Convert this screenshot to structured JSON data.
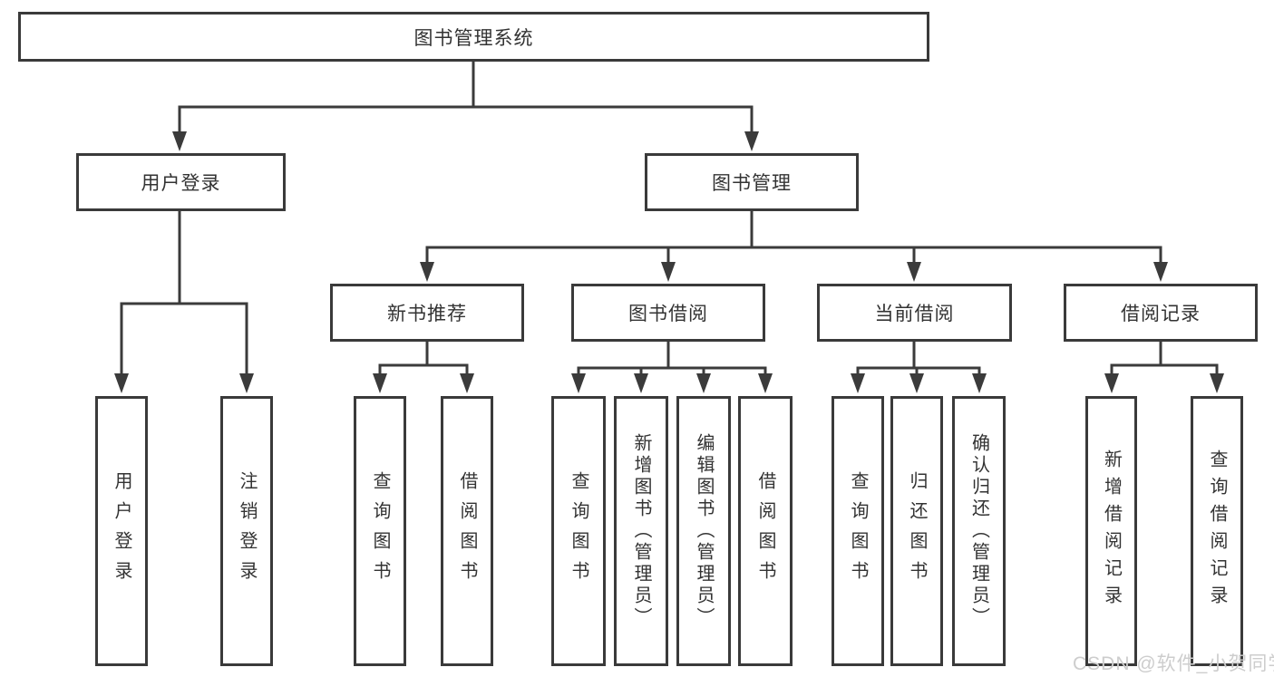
{
  "nodes": {
    "root": "图书管理系统",
    "level2": {
      "user_login": "用户登录",
      "book_management": "图书管理"
    },
    "level3": {
      "new_book_recommend": "新书推荐",
      "book_borrow": "图书借阅",
      "current_borrow": "当前借阅",
      "borrow_records": "借阅记录"
    },
    "leaves": {
      "user_login": "用户登录",
      "logout": "注销登录",
      "recommend_query": "查询图书",
      "recommend_borrow": "借阅图书",
      "borrow_query": "查询图书",
      "borrow_add_admin": "新增图书（管理员）",
      "borrow_edit_admin": "编辑图书（管理员）",
      "borrow_borrow": "借阅图书",
      "current_query": "查询图书",
      "current_return": "归还图书",
      "current_confirm_admin": "确认归还（管理员）",
      "records_add": "新增借阅记录",
      "records_query": "查询借阅记录"
    }
  },
  "hierarchy": {
    "图书管理系统": [
      "用户登录",
      "图书管理"
    ],
    "用户登录": [
      "用户登录",
      "注销登录"
    ],
    "图书管理": [
      "新书推荐",
      "图书借阅",
      "当前借阅",
      "借阅记录"
    ],
    "新书推荐": [
      "查询图书",
      "借阅图书"
    ],
    "图书借阅": [
      "查询图书",
      "新增图书（管理员）",
      "编辑图书（管理员）",
      "借阅图书"
    ],
    "当前借阅": [
      "查询图书",
      "归还图书",
      "确认归还（管理员）"
    ],
    "借阅记录": [
      "新增借阅记录",
      "查询借阅记录"
    ]
  },
  "watermark": "CSDN @软件_小贺同学",
  "colors": {
    "line": "#3b3b3b",
    "box_border": "#3a3a3a",
    "box_fill": "#ffffff",
    "text": "#333333",
    "background": "#ffffff",
    "watermark": "#cdcdcd"
  }
}
